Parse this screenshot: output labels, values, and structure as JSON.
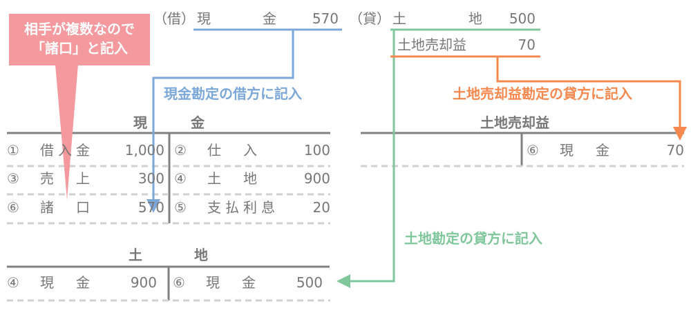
{
  "journal": {
    "debit_marker": "（借）",
    "debit_account_1": "現",
    "debit_account_2": "金",
    "debit_amount": "570",
    "credit_marker": "（貸）",
    "credit_account_1": "土",
    "credit_account_2": "地",
    "credit_amount": "500",
    "credit2_account": "土地売却益",
    "credit2_amount": "70"
  },
  "callout": {
    "line1": "相手が複数なので",
    "line2": "「諸口」と記入"
  },
  "annotations": {
    "cash_debit": "現金勘定の借方に記入",
    "gain_credit": "土地売却益勘定の貸方に記入",
    "land_credit": "土地勘定の貸方に記入"
  },
  "colors": {
    "blue": "#7ba7d9",
    "green": "#7fc79a",
    "orange": "#f5884e",
    "pink": "#f4999e",
    "text": "#777777"
  },
  "cash_account": {
    "title_1": "現",
    "title_2": "金",
    "debit": [
      {
        "no": "①",
        "name": "借入金",
        "amount": "1,000"
      },
      {
        "no": "③",
        "name": "売　上",
        "amount": "300"
      },
      {
        "no": "⑥",
        "name": "諸　口",
        "amount": "570"
      }
    ],
    "credit": [
      {
        "no": "②",
        "name": "仕　入",
        "amount": "100"
      },
      {
        "no": "④",
        "name": "土　地",
        "amount": "900"
      },
      {
        "no": "⑤",
        "name": "支払利息",
        "amount": "20"
      }
    ]
  },
  "land_account": {
    "title_1": "土",
    "title_2": "地",
    "debit": [
      {
        "no": "④",
        "name": "現　金",
        "amount": "900"
      }
    ],
    "credit": [
      {
        "no": "⑥",
        "name": "現　金",
        "amount": "500"
      }
    ]
  },
  "gain_account": {
    "title": "土地売却益",
    "credit": [
      {
        "no": "⑥",
        "name": "現　金",
        "amount": "70"
      }
    ]
  }
}
